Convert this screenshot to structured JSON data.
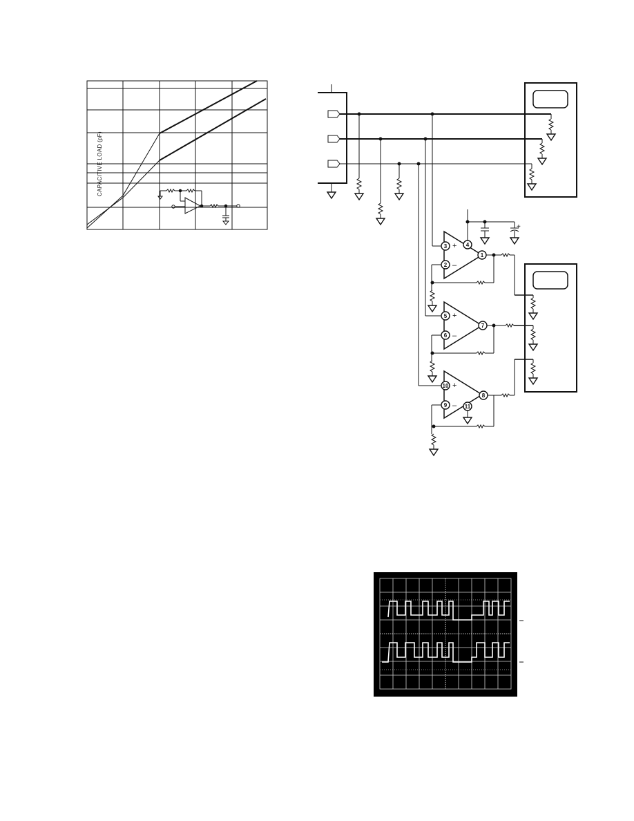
{
  "chart": {
    "ylabel": "CAPACITIVE LOAD (pF)"
  },
  "schematic": {
    "amplifiers": [
      {
        "non_inverting_pin": "3",
        "inverting_pin": "2",
        "output_pin": "1",
        "supply_pin": "4"
      },
      {
        "non_inverting_pin": "5",
        "inverting_pin": "6",
        "output_pin": "7"
      },
      {
        "non_inverting_pin": "10",
        "inverting_pin": "9",
        "output_pin": "8",
        "ground_pin": "11"
      }
    ],
    "polarity_plus": "+",
    "polarity_minus": "–",
    "cap_plus": "+"
  },
  "colors": {
    "ink": "#111111",
    "scope_bg": "#000000",
    "scope_trace": "#ffffff"
  }
}
